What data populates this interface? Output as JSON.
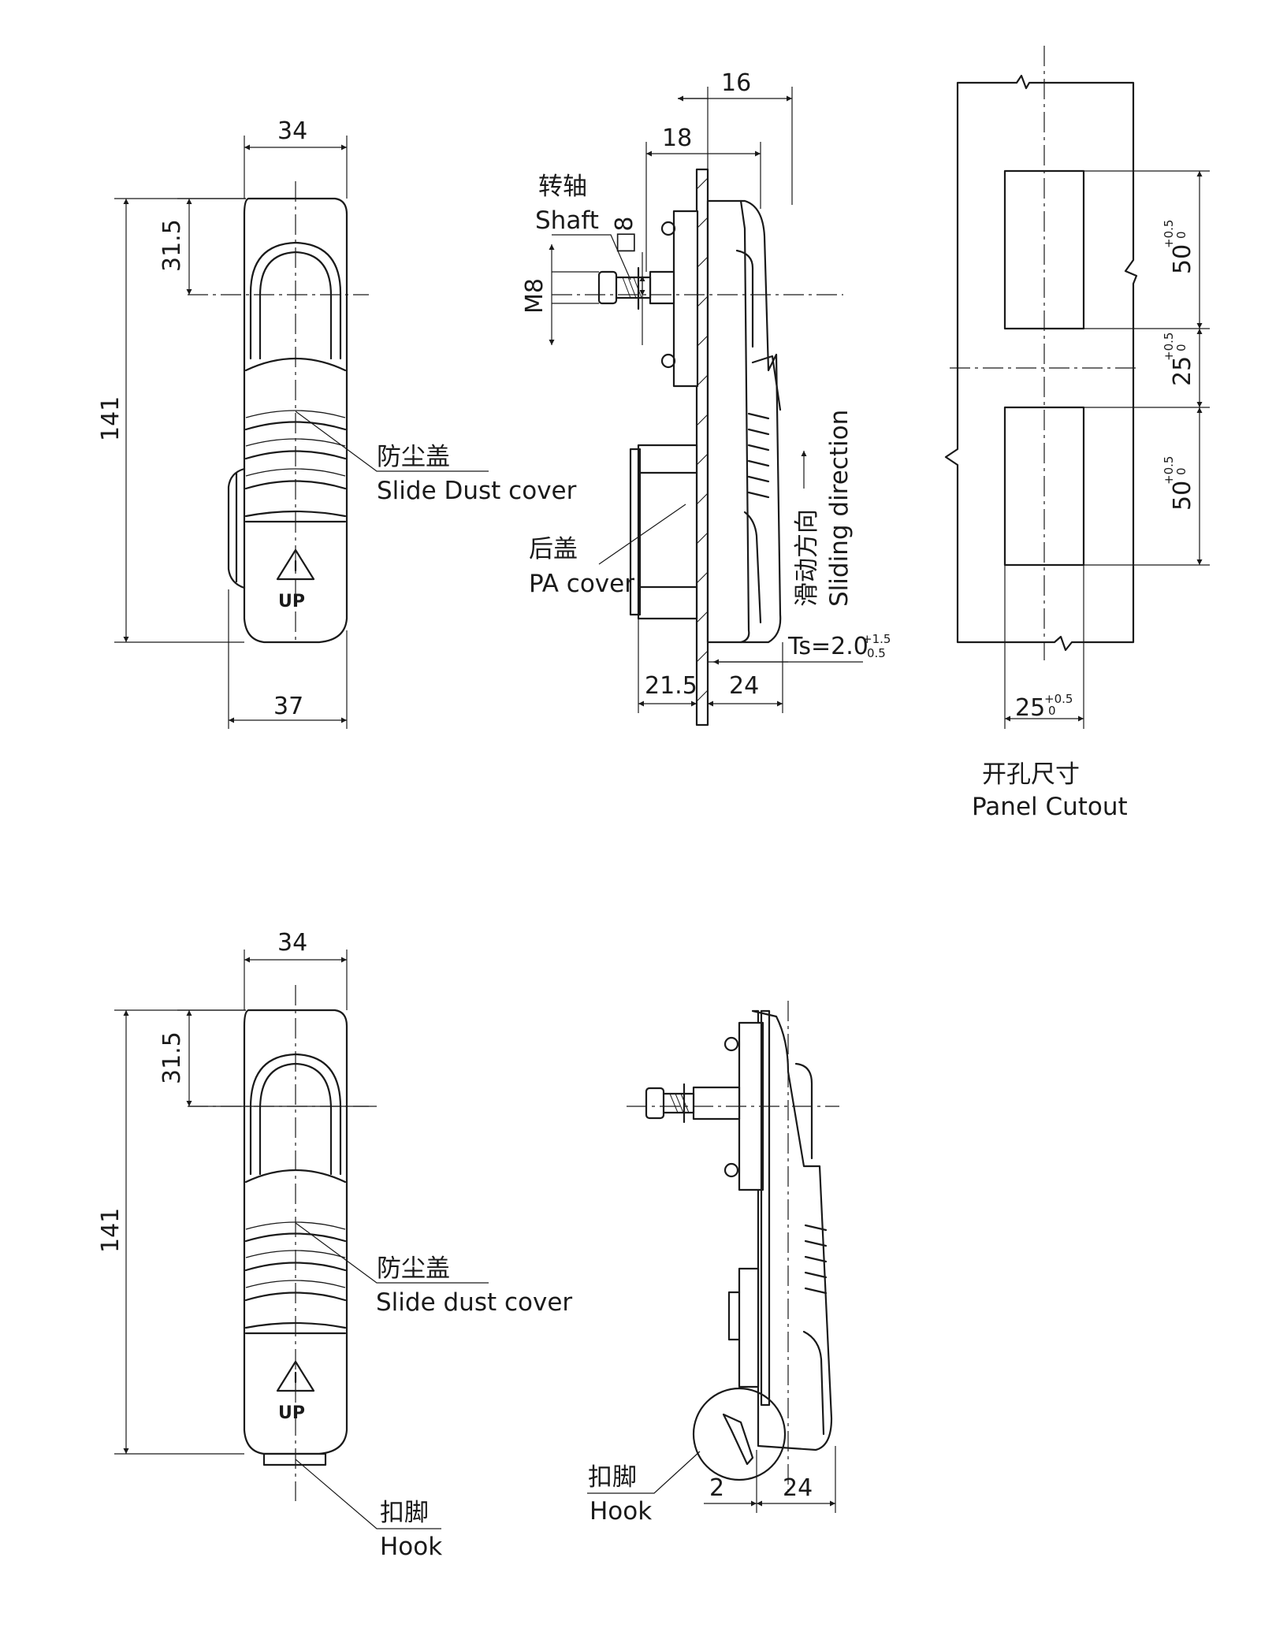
{
  "views": {
    "front_top": {
      "dim_width": "34",
      "dim_top": "31.5",
      "dim_height": "141",
      "dim_bottom_width": "37",
      "label_cn": "防尘盖",
      "label_en": "Slide Dust cover",
      "badge": "UP"
    },
    "side_top": {
      "dim_16": "16",
      "dim_18": "18",
      "shaft_cn": "转轴",
      "shaft_en": "Shaft",
      "square": "□8",
      "thread": "M8",
      "cover_cn": "后盖",
      "cover_en": "PA cover",
      "slide_cn": "滑动方向",
      "slide_en": "Sliding direction",
      "ts_label": "Ts=2.0",
      "ts_tol_up": "+1.5",
      "ts_tol_low": "0.5",
      "dim_215": "21.5",
      "dim_24": "24"
    },
    "cutout": {
      "dim_slot": "50",
      "dim_gap": "25",
      "dim_width": "25",
      "tol_up": "+0.5",
      "tol_low": "0",
      "title_cn": "开孔尺寸",
      "title_en": "Panel Cutout"
    },
    "front_bottom": {
      "dim_width": "34",
      "dim_top": "31.5",
      "dim_height": "141",
      "label_cn": "防尘盖",
      "label_en": "Slide dust cover",
      "badge": "UP",
      "hook_cn": "扣脚",
      "hook_en": "Hook"
    },
    "side_bottom": {
      "hook_cn": "扣脚",
      "hook_en": "Hook",
      "dim_2": "2",
      "dim_24": "24"
    }
  }
}
